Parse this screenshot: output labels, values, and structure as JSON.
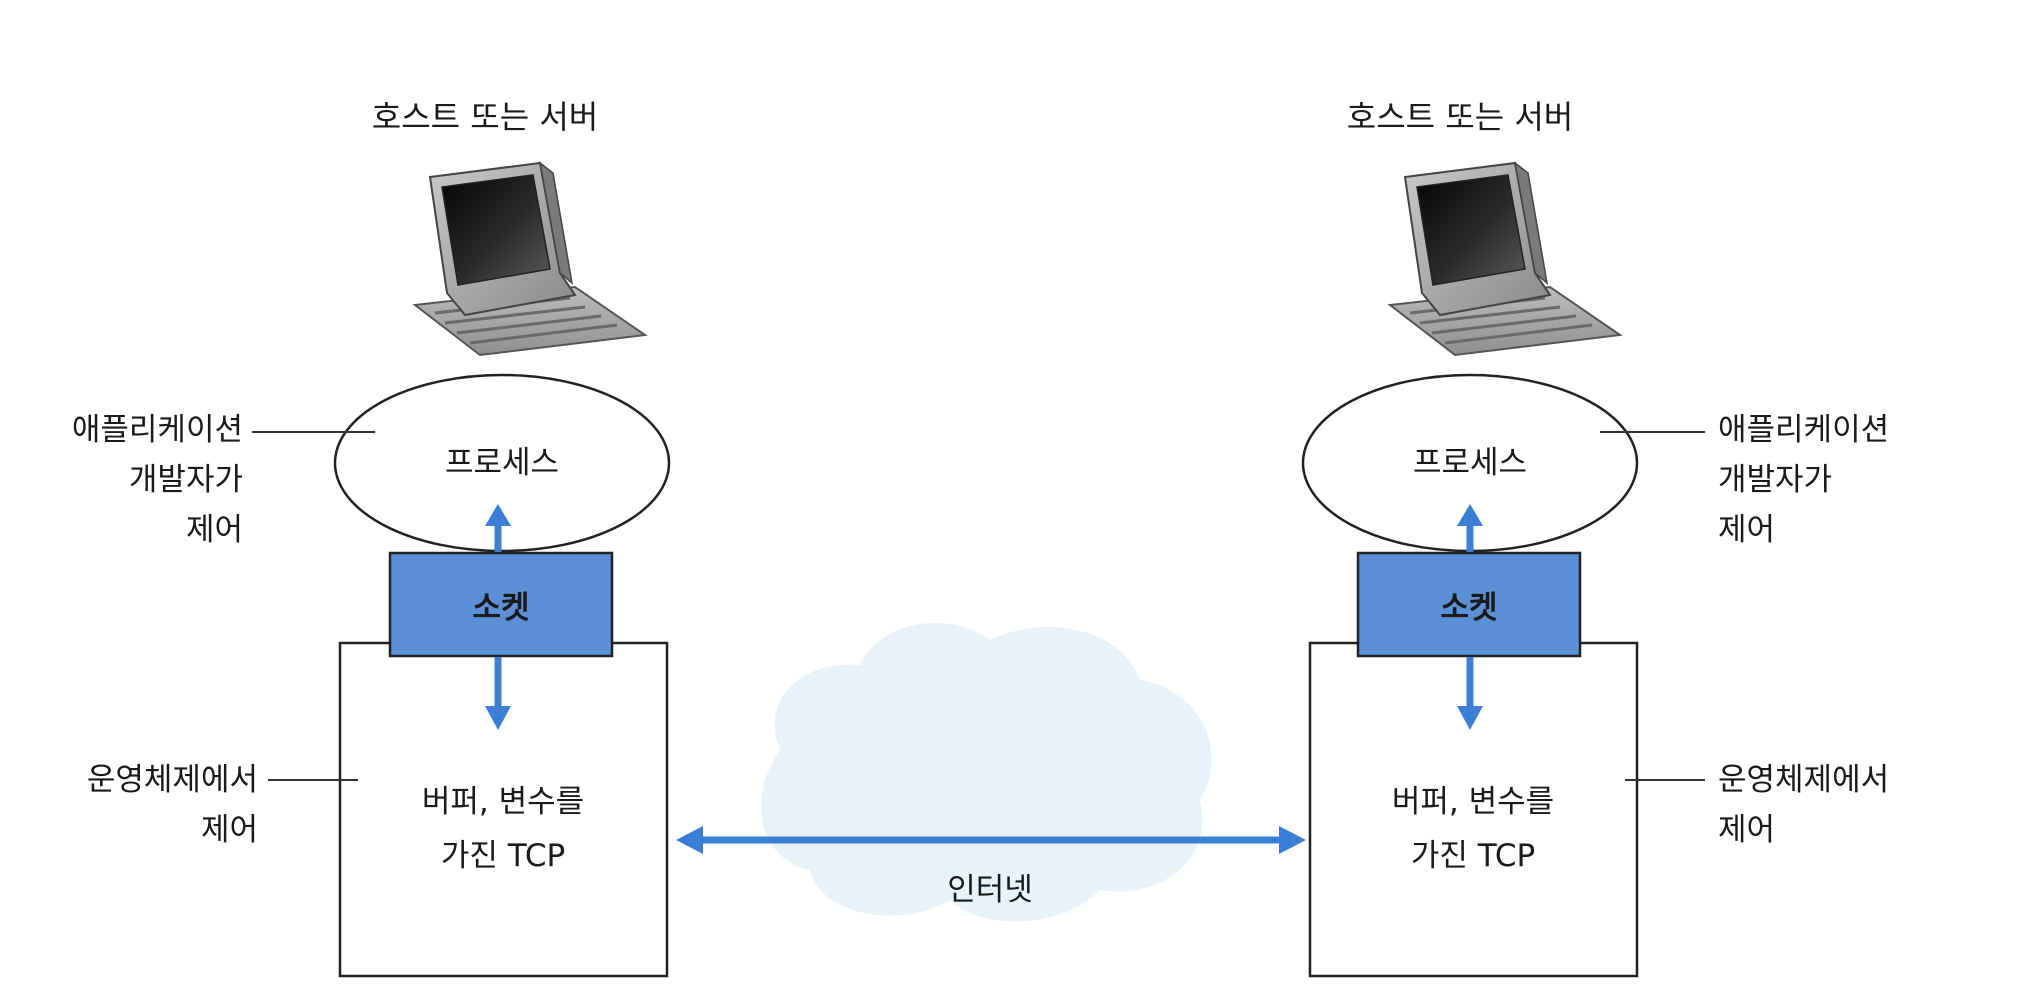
{
  "hosts": [
    {
      "title": "호스트 또는 서버",
      "process_label": "프로세스",
      "socket_label": "소켓",
      "tcp_label": [
        "버퍼, 변수를",
        "가진 TCP"
      ],
      "app_control_label": [
        "애플리케이션",
        "개발자가",
        "제어"
      ],
      "os_control_label": [
        "운영체제에서",
        "제어"
      ]
    },
    {
      "title": "호스트 또는 서버",
      "process_label": "프로세스",
      "socket_label": "소켓",
      "tcp_label": [
        "버퍼, 변수를",
        "가진 TCP"
      ],
      "app_control_label": [
        "애플리케이션",
        "개발자가",
        "제어"
      ],
      "os_control_label": [
        "운영체제에서",
        "제어"
      ]
    }
  ],
  "internet_label": "인터넷",
  "colors": {
    "socket_fill": "#5b8fd6",
    "arrow": "#3a7fd5",
    "cloud": "#e4f2f8"
  }
}
